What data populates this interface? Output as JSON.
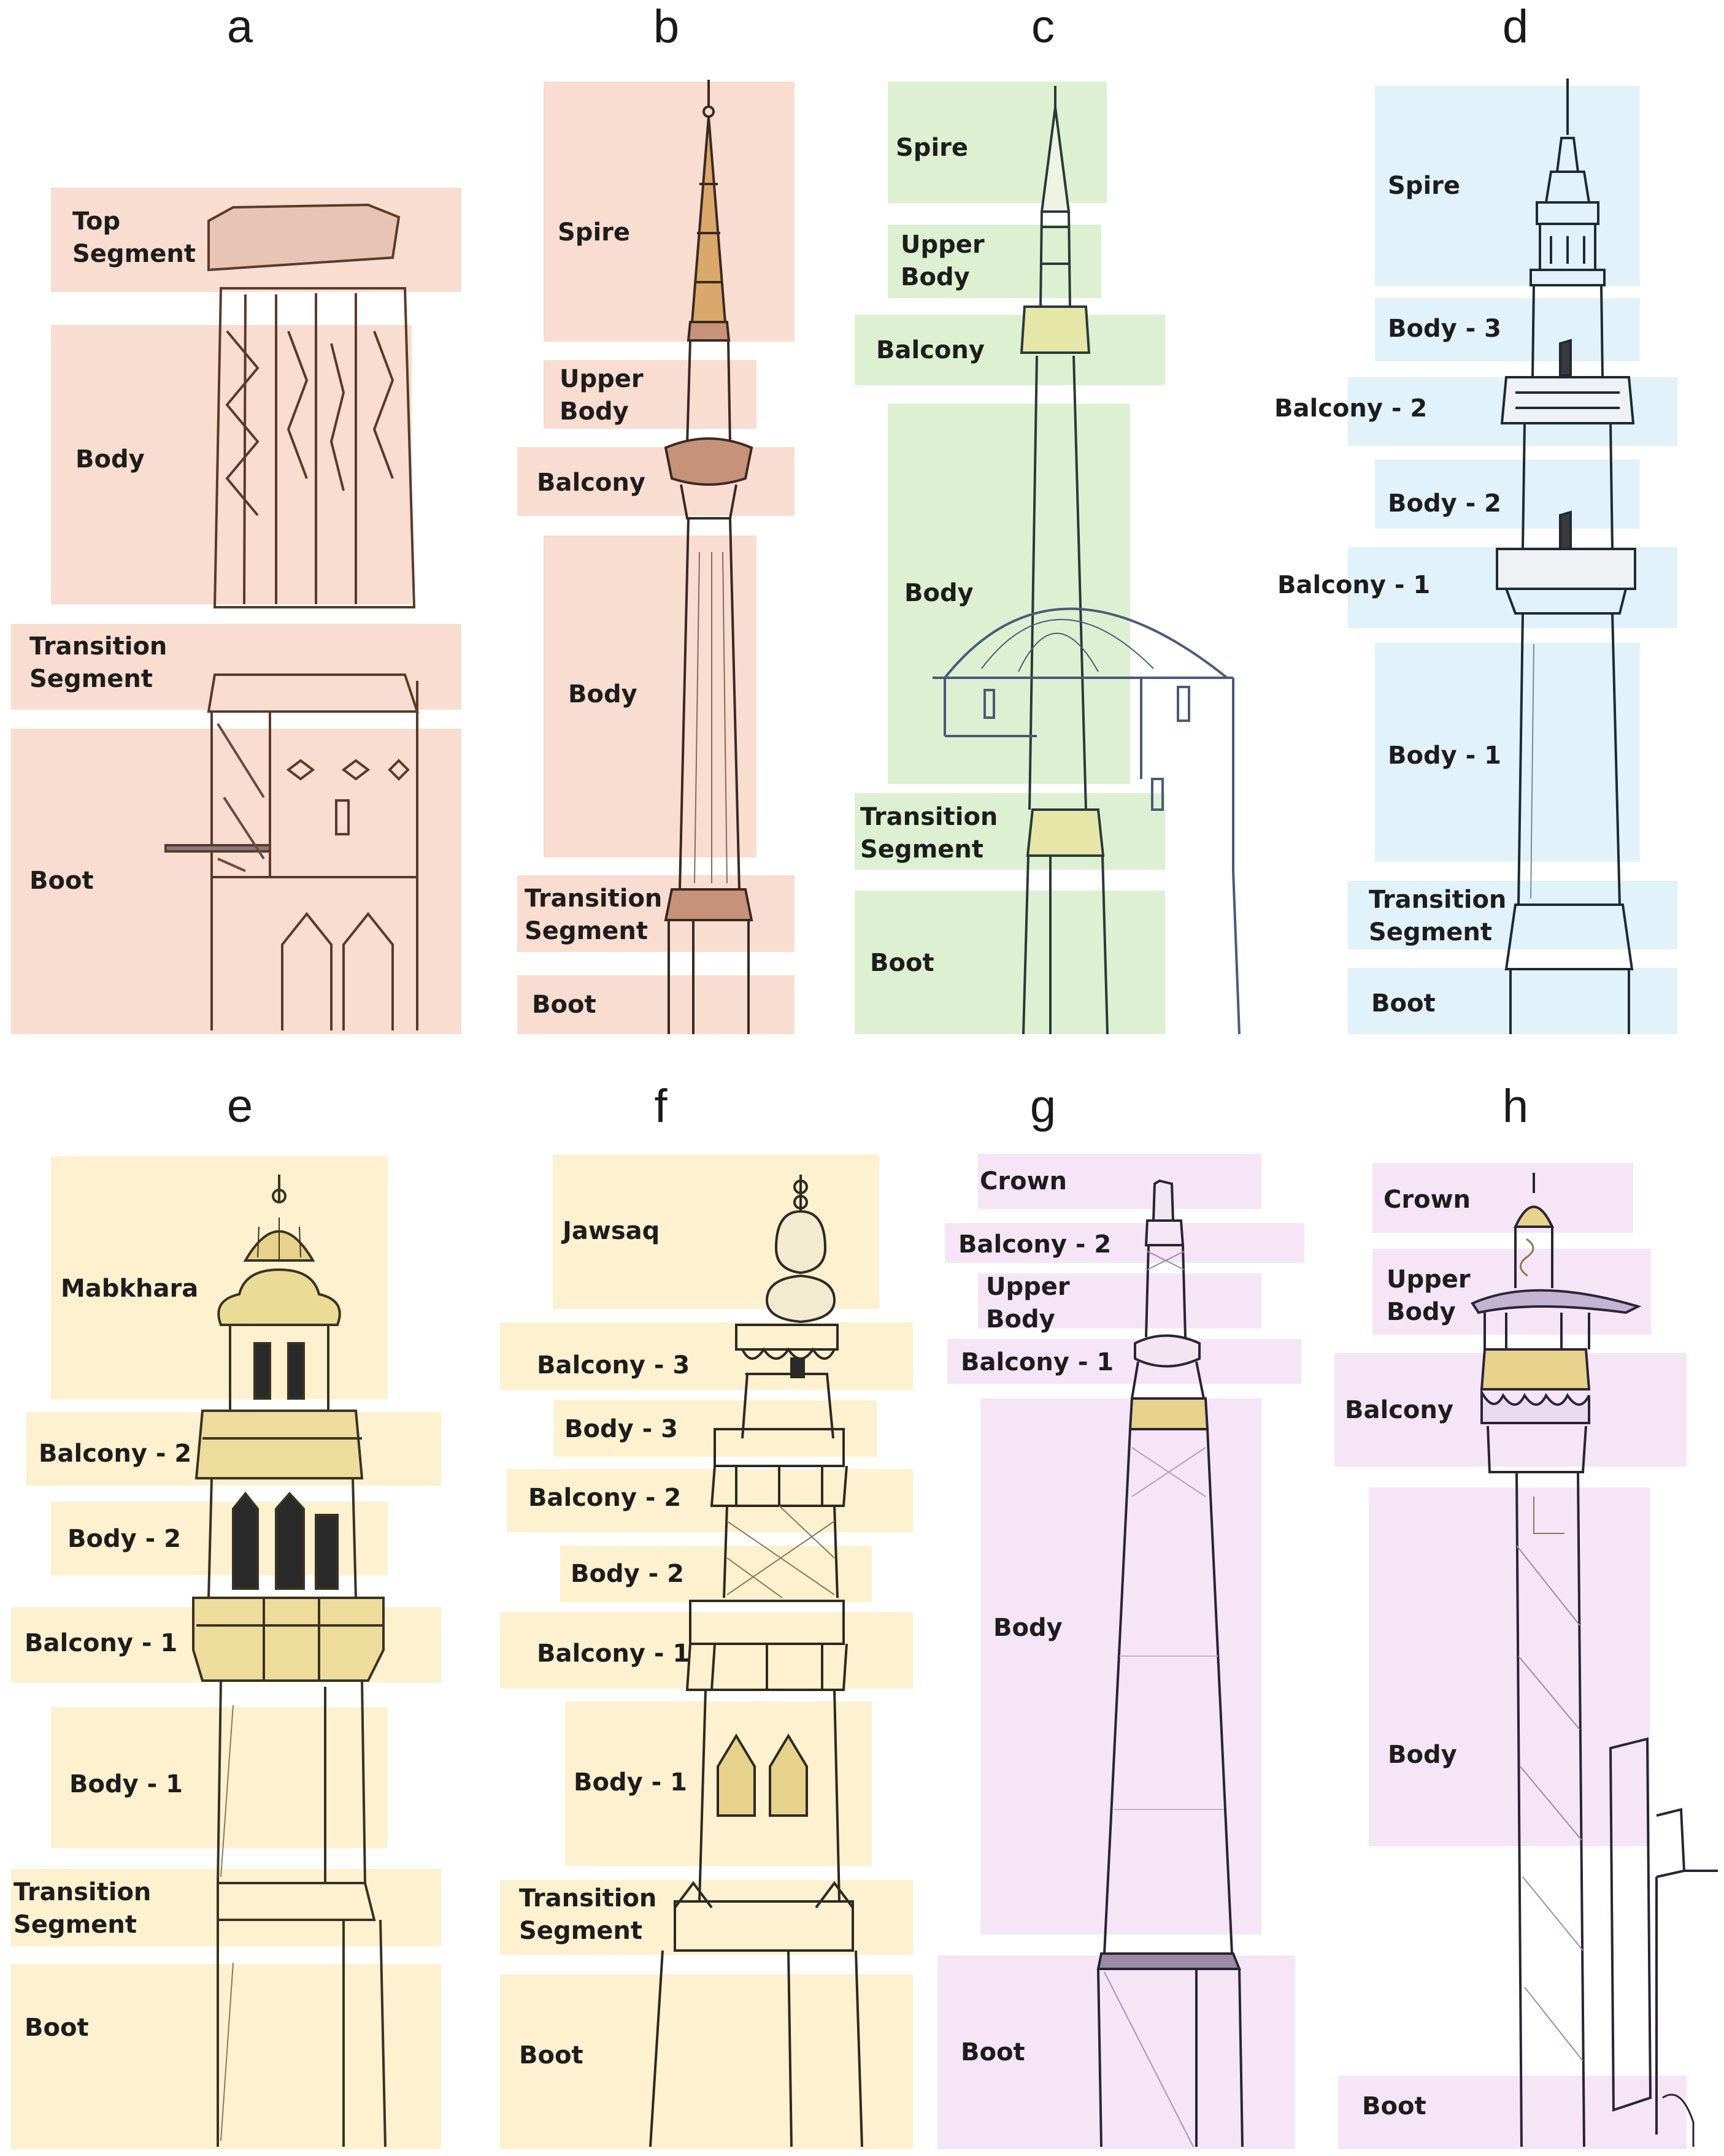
{
  "colors": {
    "a": "#f9ddd0",
    "b": "#f9ddd0",
    "c": "#ddf1d2",
    "d": "#e2f2fa",
    "e": "#fdf1d0",
    "f": "#fdf1d0",
    "g": "#f6e5f6",
    "h": "#f6e5f6",
    "ink": "#2a2a2a"
  },
  "panels": [
    {
      "letter": "a",
      "bands": [
        {
          "label": "Top\nSegment"
        },
        {
          "label": "Body"
        },
        {
          "label": "Transition\nSegment"
        },
        {
          "label": "Boot"
        }
      ]
    },
    {
      "letter": "b",
      "bands": [
        {
          "label": "Spire"
        },
        {
          "label": "Upper\nBody"
        },
        {
          "label": "Balcony"
        },
        {
          "label": "Body"
        },
        {
          "label": "Transition\nSegment"
        },
        {
          "label": "Boot"
        }
      ]
    },
    {
      "letter": "c",
      "bands": [
        {
          "label": "Spire"
        },
        {
          "label": "Upper\nBody"
        },
        {
          "label": "Balcony"
        },
        {
          "label": "Body"
        },
        {
          "label": "Transition\nSegment"
        },
        {
          "label": "Boot"
        }
      ]
    },
    {
      "letter": "d",
      "bands": [
        {
          "label": "Spire"
        },
        {
          "label": "Body - 3"
        },
        {
          "label": "Balcony - 2"
        },
        {
          "label": "Body - 2"
        },
        {
          "label": "Balcony - 1"
        },
        {
          "label": "Body - 1"
        },
        {
          "label": "Transition\nSegment"
        },
        {
          "label": "Boot"
        }
      ]
    },
    {
      "letter": "e",
      "bands": [
        {
          "label": "Mabkhara"
        },
        {
          "label": "Balcony - 2"
        },
        {
          "label": "Body - 2"
        },
        {
          "label": "Balcony - 1"
        },
        {
          "label": "Body - 1"
        },
        {
          "label": "Transition\nSegment"
        },
        {
          "label": "Boot"
        }
      ]
    },
    {
      "letter": "f",
      "bands": [
        {
          "label": "Jawsaq"
        },
        {
          "label": "Balcony - 3"
        },
        {
          "label": "Body - 3"
        },
        {
          "label": "Balcony - 2"
        },
        {
          "label": "Body - 2"
        },
        {
          "label": "Balcony - 1"
        },
        {
          "label": "Body - 1"
        },
        {
          "label": "Transition\nSegment"
        },
        {
          "label": "Boot"
        }
      ]
    },
    {
      "letter": "g",
      "bands": [
        {
          "label": "Crown"
        },
        {
          "label": "Balcony - 2"
        },
        {
          "label": "Upper\nBody"
        },
        {
          "label": "Balcony - 1"
        },
        {
          "label": "Body"
        },
        {
          "label": "Boot"
        }
      ]
    },
    {
      "letter": "h",
      "bands": [
        {
          "label": "Crown"
        },
        {
          "label": "Upper\nBody"
        },
        {
          "label": "Balcony"
        },
        {
          "label": "Body"
        },
        {
          "label": "Boot"
        }
      ]
    }
  ]
}
